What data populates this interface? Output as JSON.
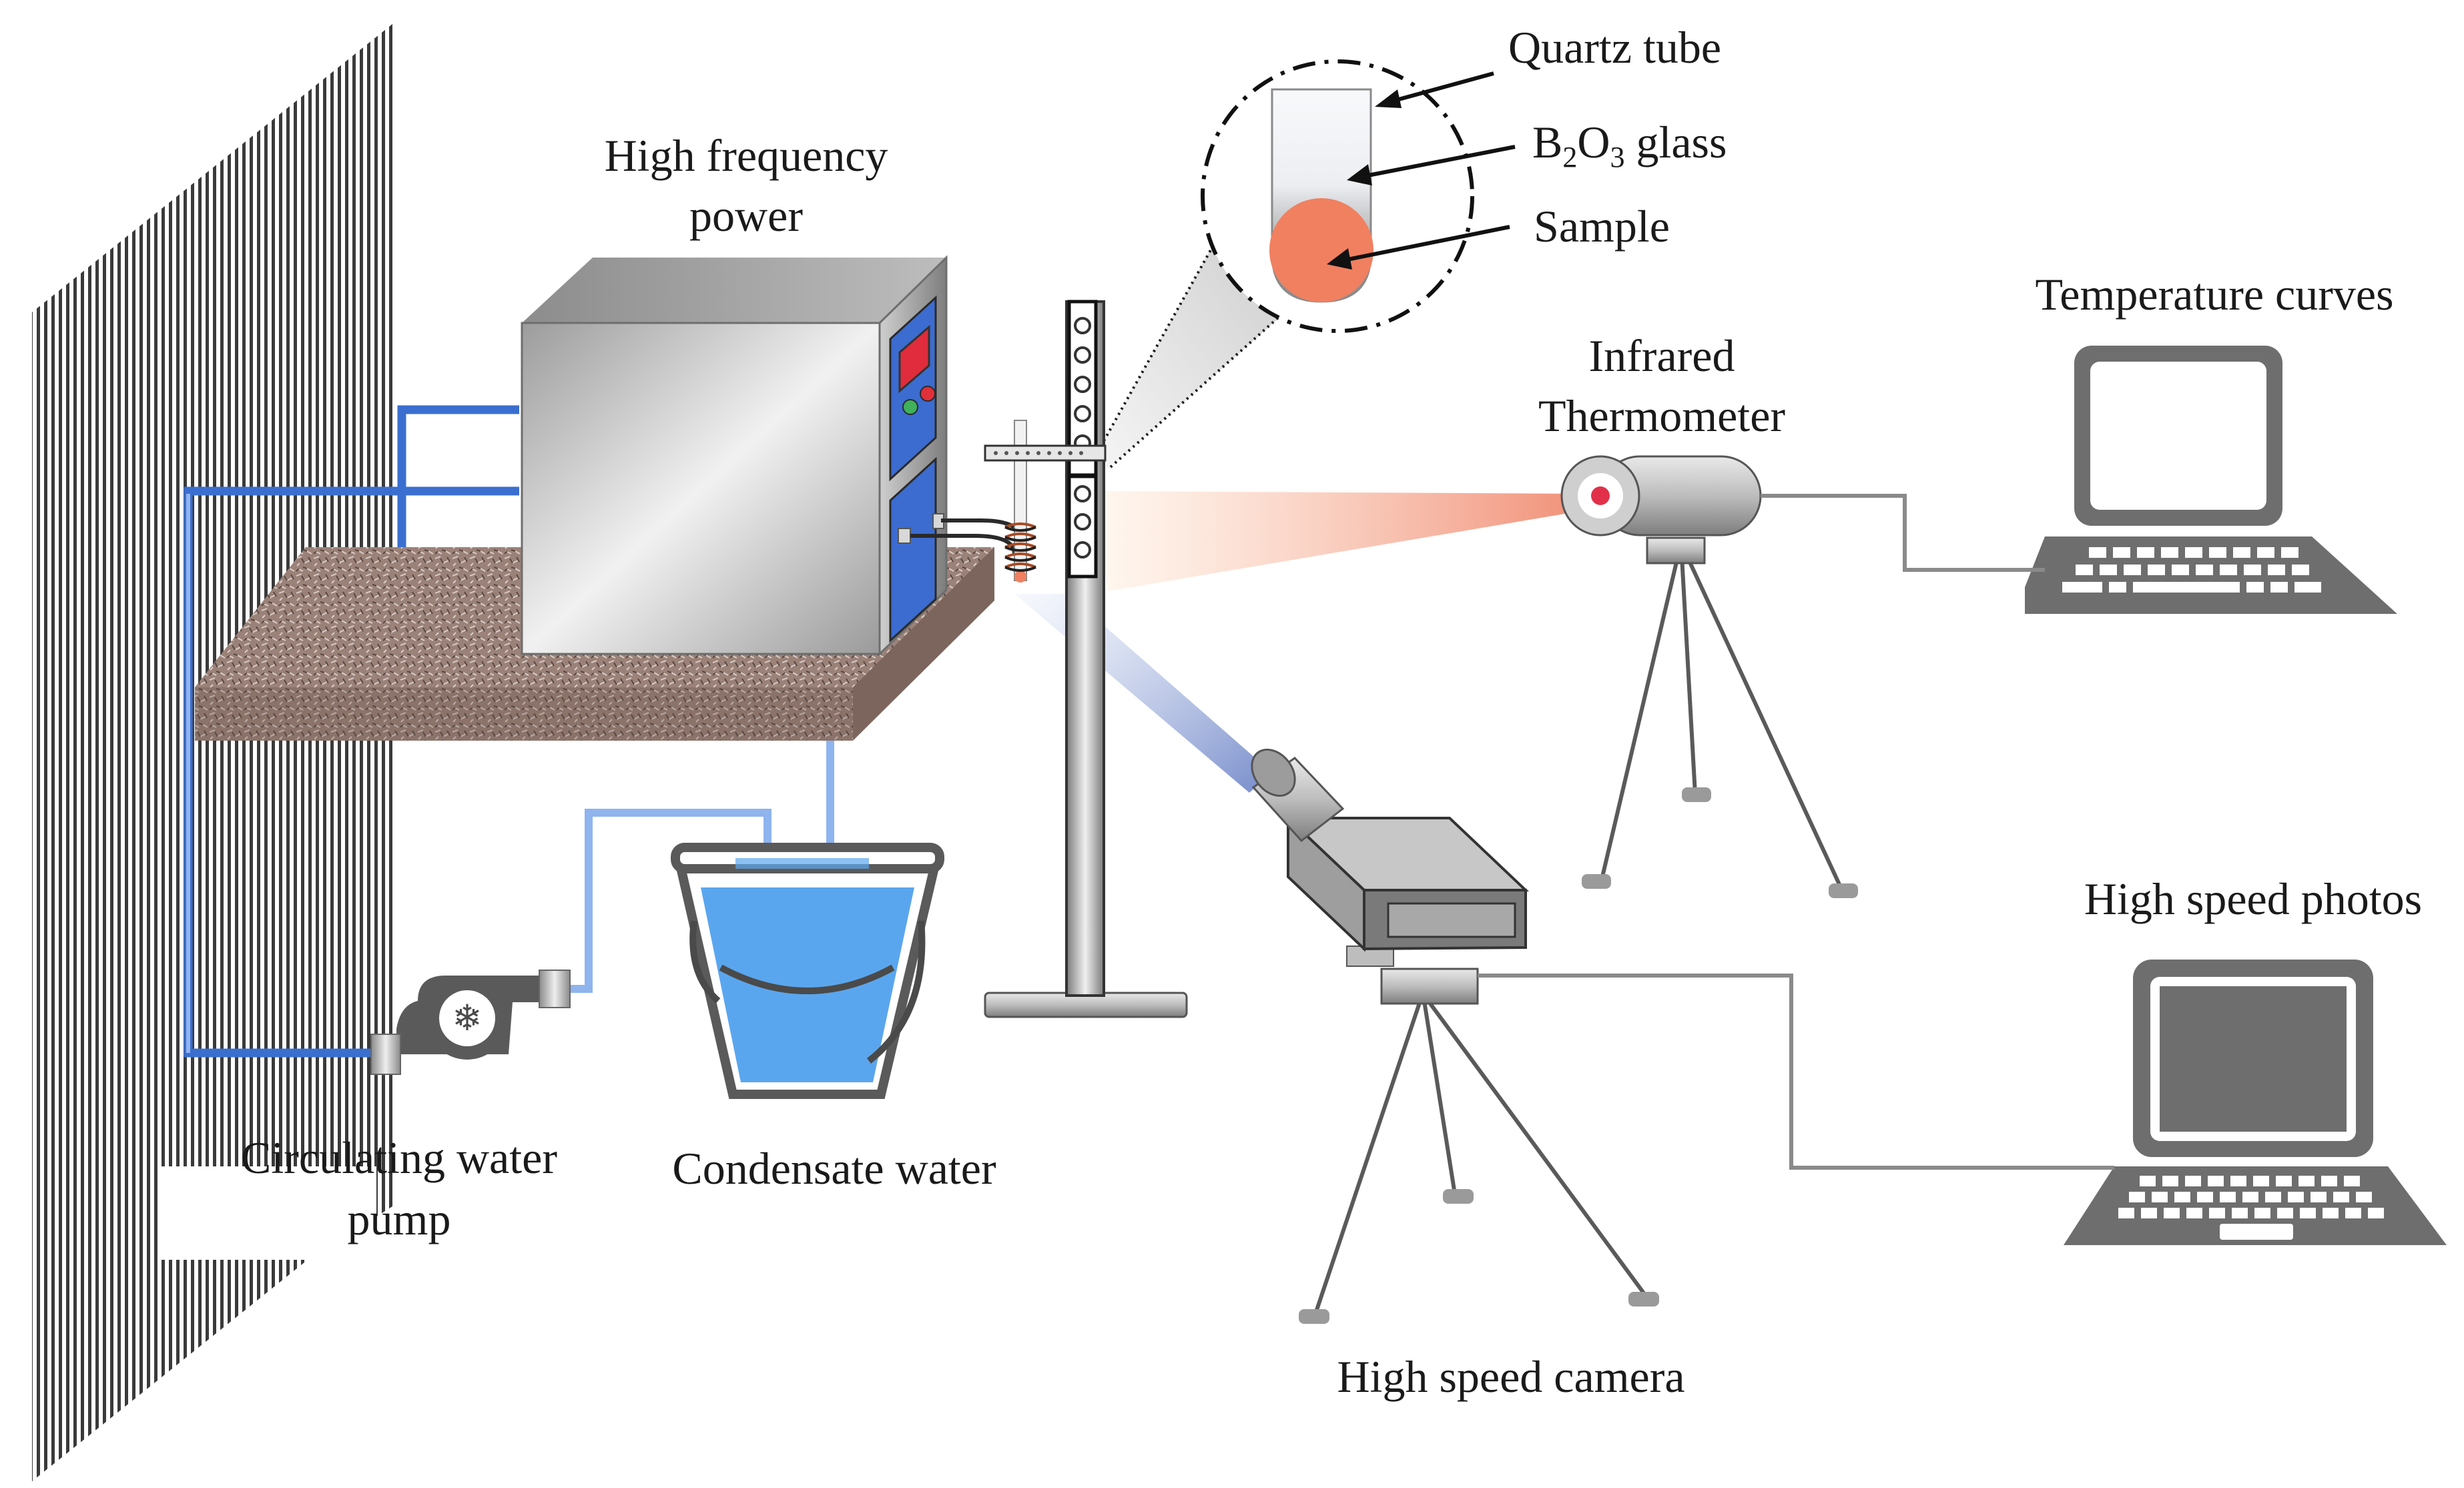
{
  "labels": {
    "power": [
      "High frequency",
      "power"
    ],
    "quartz_tube": "Quartz tube",
    "b2o3": {
      "b": "B",
      "sub1": "2",
      "o": "O",
      "sub2": "3",
      "rest": " glass"
    },
    "sample": "Sample",
    "infrared": [
      "Infrared",
      "Thermometer"
    ],
    "temperature_curves": "Temperature curves",
    "high_speed_photos": "High speed photos",
    "pump": [
      "Circulating water",
      "pump"
    ],
    "condensate": "Condensate water",
    "camera": "High speed camera"
  },
  "colors": {
    "water_dark": "#3a6fd0",
    "water_light": "#8fb4ee",
    "bucket_water": "#5aa6ee",
    "laptop": "#6e6e6e",
    "sample": "#f08060",
    "table": "#9a8178",
    "ir_dot": "#e2304a"
  }
}
